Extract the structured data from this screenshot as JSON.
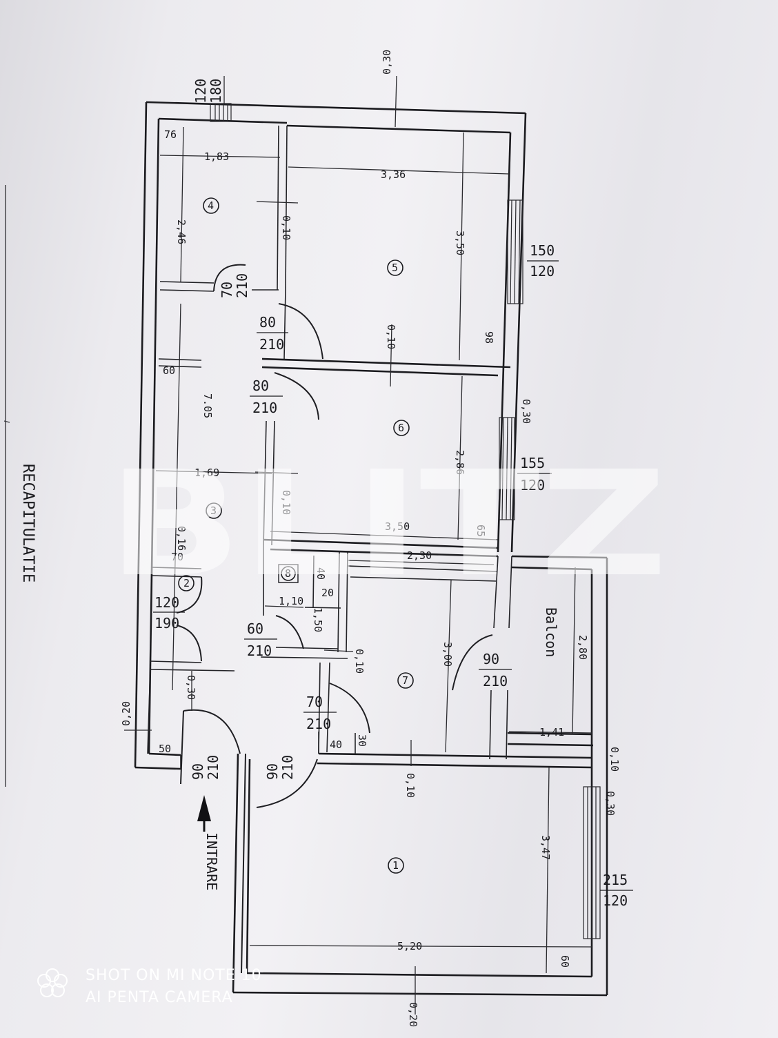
{
  "side_heading": "RECAPITULATIE",
  "watermark": "BLITZ",
  "entrance_label": "INTRARE",
  "balcony_label": "Balcon",
  "room_numbers": {
    "r1": "1",
    "r3": "3",
    "r4": "4",
    "r5": "5",
    "r6": "6",
    "r7": "7",
    "r8": "8"
  },
  "windows": {
    "top": {
      "w": "180",
      "h": "120"
    },
    "room5": {
      "w": "150",
      "h": "120"
    },
    "room6": {
      "w": "155",
      "h": "120"
    },
    "room1": {
      "w": "215",
      "h": "120"
    }
  },
  "doors": {
    "d4": {
      "w": "70",
      "h": "210"
    },
    "d5": {
      "w": "80",
      "h": "210"
    },
    "d6": {
      "w": "80",
      "h": "210"
    },
    "d2": {
      "w": "120",
      "h": "190"
    },
    "d8": {
      "w": "60",
      "h": "210"
    },
    "d7": {
      "w": "70",
      "h": "210"
    },
    "dbal": {
      "w": "90",
      "h": "210"
    },
    "dentry": {
      "w": "90",
      "h": "210"
    },
    "d1": {
      "w": "90",
      "h": "210"
    }
  },
  "dims": {
    "top_wall": "0,30",
    "r4_w": "1,83",
    "r4_h": "2,46",
    "r4_corner": "76",
    "r5_w": "3,36",
    "r5_h": "3,50",
    "wall_45": "0,10",
    "wall_56": "0,10",
    "r5_pier": "98",
    "hall_60": "60",
    "hall_len": "7.05",
    "hall_w": "1,69",
    "wall_3": "0,10",
    "wall_30_right": "0,30",
    "r6_h": "2,86",
    "r6_w": "3,50",
    "r6_pier": "65",
    "hall_016": "0,16",
    "r2_70": "70",
    "r8_40": "40",
    "r8_20": "20",
    "r8_110": "1,10",
    "r8_150": "1,50",
    "r7_w": "2,30",
    "r7_h": "3,00",
    "wall_78": "0,10",
    "bal_h": "2,80",
    "bal_w": "1,41",
    "bal_wall": "0,10",
    "r1_wall": "0,30",
    "entry_020": "0,20",
    "entry_030": "0,30",
    "entry_50": "50",
    "r7_40": "40",
    "r7_30": "30",
    "wall_17": "0,10",
    "r1_h": "3,47",
    "r1_w": "5,20",
    "r1_60": "60",
    "bottom": "0,20"
  },
  "footer": {
    "line1": "SHOT ON MI NOTE 10",
    "line2": "AI PENTA CAMERA"
  }
}
